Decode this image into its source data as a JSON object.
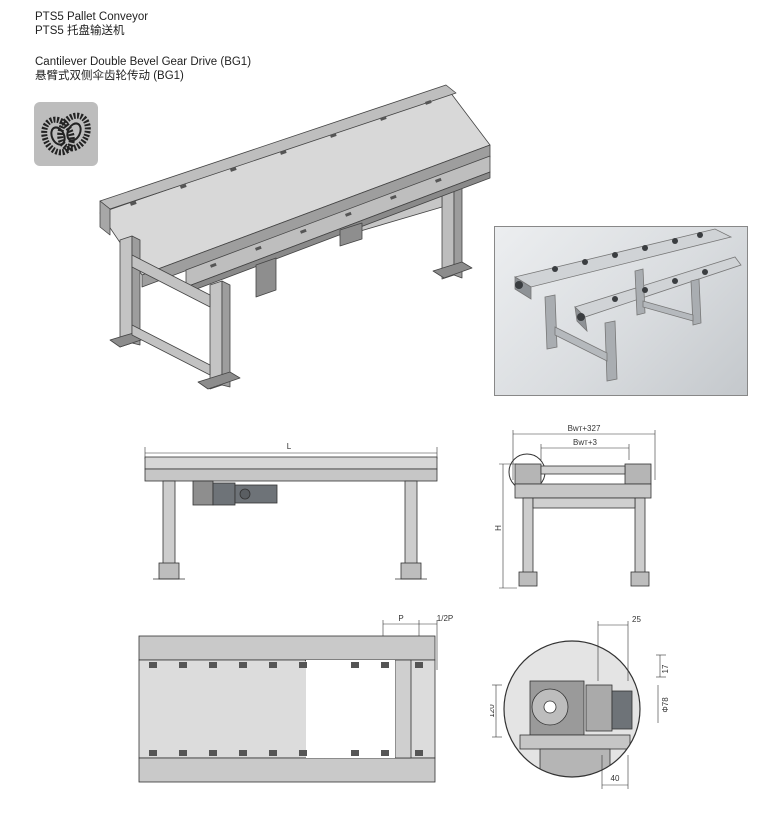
{
  "title": {
    "line1": "PTS5 Pallet Conveyor",
    "line2": "PTS5 托盘输送机"
  },
  "subtitle": {
    "line1": "Cantilever Double Bevel Gear Drive (BG1)",
    "line2": "悬臂式双侧伞齿轮传动 (BG1)"
  },
  "icons": {
    "product_icon": "bevel-gear-icon"
  },
  "dimensions": {
    "length": "L",
    "width_outer": "Bwᴛ+327",
    "width_inner": "Bwᴛ+3",
    "height": "H",
    "pitch": "P",
    "half_pitch": "1/2P",
    "d25": "25",
    "d17": "17",
    "d120": "120",
    "dia78": "Φ78",
    "d40": "40"
  },
  "colors": {
    "frame": "#c9c9c9",
    "frame_dark": "#8f8f8f",
    "outline": "#333333",
    "motor": "#6e7378"
  }
}
